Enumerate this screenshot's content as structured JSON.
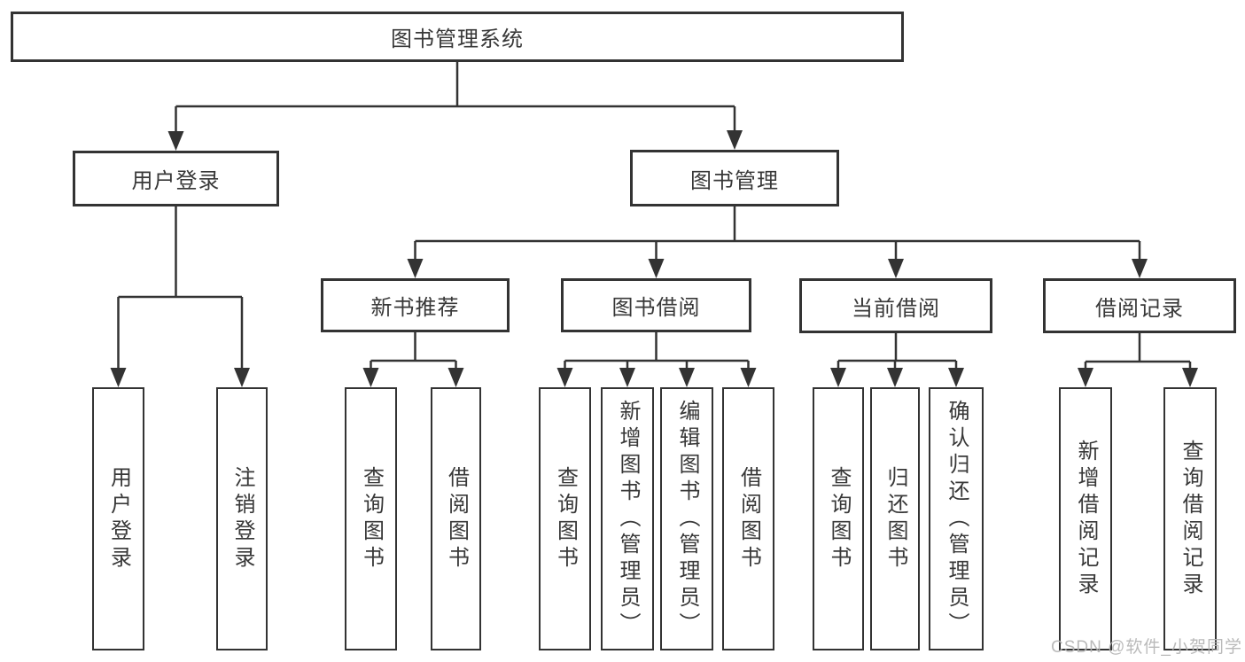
{
  "nodes": {
    "root": "图书管理系统",
    "user_login_group": "用户登录",
    "book_mgmt": "图书管理",
    "new_book_rec": "新书推荐",
    "book_borrow": "图书借阅",
    "current_borrow": "当前借阅",
    "borrow_records": "借阅记录",
    "user_login": "用户登录",
    "logout": "注销登录",
    "rec_query_books": "查询图书",
    "rec_borrow_books": "借阅图书",
    "bb_query_books": "查询图书",
    "bb_add_books": "新增图书（管理员）",
    "bb_edit_books": "编辑图书（管理员）",
    "bb_borrow_books": "借阅图书",
    "cb_query_books": "查询图书",
    "cb_return_books": "归还图书",
    "cb_confirm_return": "确认归还（管理员）",
    "br_add_record": "新增借阅记录",
    "br_query_record": "查询借阅记录"
  },
  "watermark": "CSDN @软件_小贺同学",
  "colors": {
    "line": "#333333",
    "text": "#383838",
    "watermark": "#b2b2b2",
    "background": "#ffffff"
  }
}
